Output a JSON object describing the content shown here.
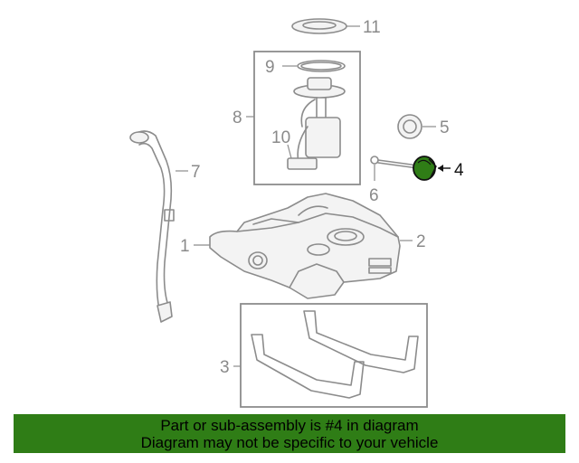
{
  "callouts": {
    "c1": "1",
    "c2": "2",
    "c3": "3",
    "c4": "4",
    "c5": "5",
    "c6": "6",
    "c7": "7",
    "c8": "8",
    "c9": "9",
    "c10": "10",
    "c11": "11"
  },
  "highlight": {
    "part_number": "4",
    "color": "#2f7d16"
  },
  "banner": {
    "line1": "Part or sub-assembly is #4 in diagram",
    "line2": "Diagram may not be specific to your vehicle",
    "background": "#2f7d16"
  }
}
